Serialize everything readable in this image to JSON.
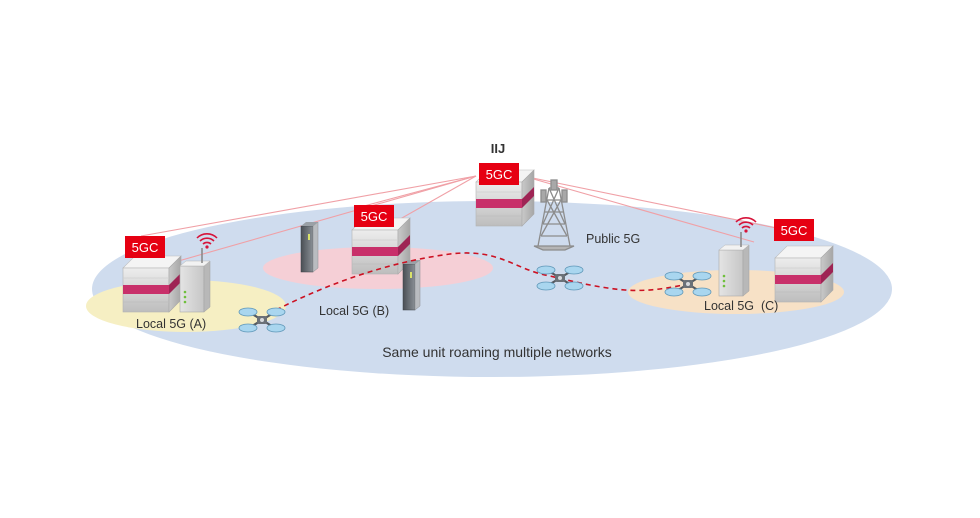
{
  "diagram": {
    "provider_label": "IIJ",
    "core_label": "5GC",
    "public_label": "Public 5G",
    "networks": [
      {
        "id": "a",
        "label": "Local 5G (A)"
      },
      {
        "id": "b",
        "label": "Local 5G (B)"
      },
      {
        "id": "c",
        "label": "Local 5G  (C)"
      }
    ],
    "caption": "Same unit roaming multiple networks",
    "colors": {
      "area_main": "#cfdcee",
      "area_a": "#f6efc3",
      "area_b": "#f5cfd6",
      "area_c": "#f7e1c6",
      "badge": "#e60012",
      "links": "#f0a0a6",
      "route": "#cc1122",
      "server_accent": "#c8306a"
    },
    "icons": [
      "server-icon",
      "base-station-icon",
      "antenna-tower-icon",
      "drone-icon",
      "wifi-signal-icon"
    ]
  }
}
